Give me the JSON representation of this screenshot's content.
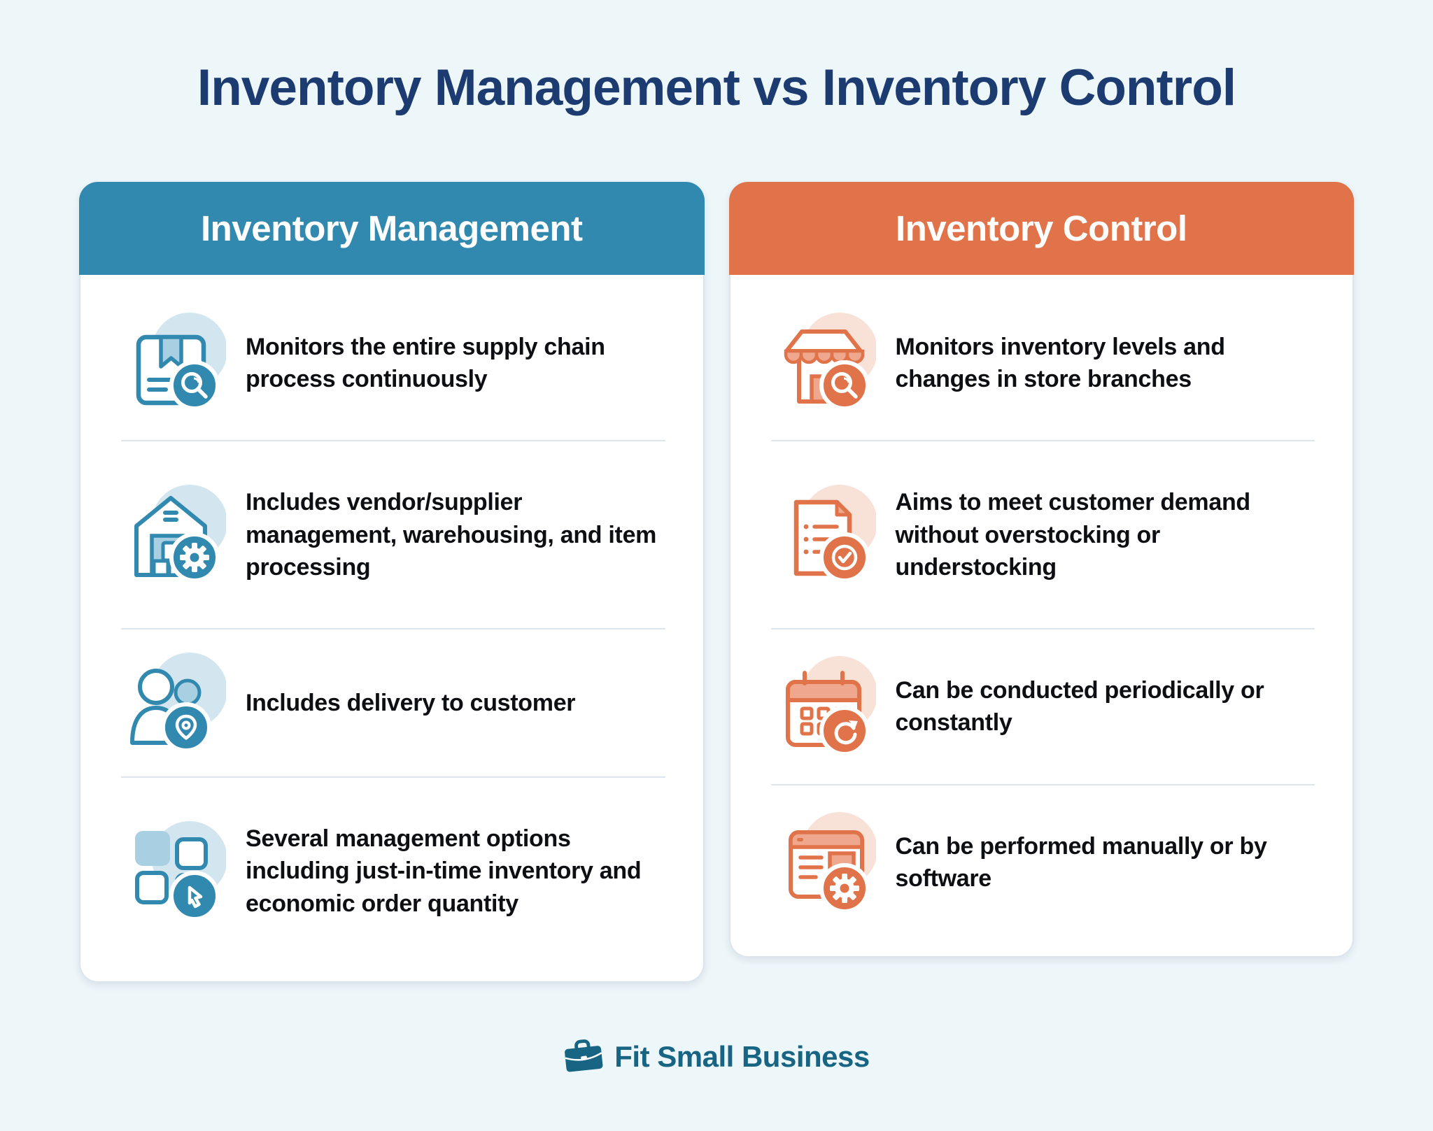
{
  "title": "Inventory Management vs Inventory Control",
  "columns": [
    {
      "header": "Inventory Management",
      "accent": "#3189AF",
      "rows": [
        {
          "icon": "package-search-icon",
          "text": "Monitors the entire supply chain process continuously"
        },
        {
          "icon": "warehouse-gear-icon",
          "text": "Includes vendor/supplier management, warehousing, and item processing"
        },
        {
          "icon": "customers-pin-icon",
          "text": "Includes delivery to customer"
        },
        {
          "icon": "options-cursor-icon",
          "text": "Several management options including just-in-time inventory and economic order quantity"
        }
      ]
    },
    {
      "header": "Inventory Control",
      "accent": "#E07349",
      "rows": [
        {
          "icon": "store-search-icon",
          "text": "Monitors inventory levels and changes in store branches"
        },
        {
          "icon": "document-check-icon",
          "text": "Aims to meet customer demand without overstocking or understocking"
        },
        {
          "icon": "calendar-refresh-icon",
          "text": "Can be conducted periodically or constantly"
        },
        {
          "icon": "software-gear-icon",
          "text": "Can be performed manually or by software"
        }
      ]
    }
  ],
  "footer": {
    "brand": "Fit Small Business",
    "logo_icon": "briefcase-icon"
  },
  "colors": {
    "page_bg": "#EDF6F9",
    "title": "#1C3B70",
    "management_accent": "#3189AF",
    "management_fill": "#A8CFE2",
    "management_halo": "#D3E6EF",
    "control_accent": "#E07349",
    "control_fill": "#EFA78D",
    "control_halo": "#F8E2D8",
    "body_text": "#0D0F12",
    "divider": "#DEE5EE",
    "brand": "#176582"
  }
}
